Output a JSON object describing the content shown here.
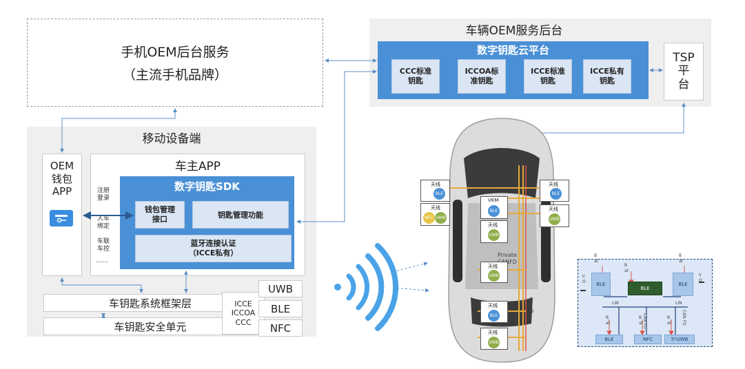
{
  "phone_oem": {
    "line1": "手机OEM后台服务",
    "line2": "（主流手机品牌）"
  },
  "vehicle_oem": {
    "title": "车辆OEM服务后台",
    "cloud_title": "数字钥匙云平台",
    "boxes": [
      "CCC标准\n钥匙",
      "ICCOA标\n准钥匙",
      "ICCE标准\n钥匙",
      "ICCE私有\n钥匙"
    ],
    "tsp": "TSP\n平\n台"
  },
  "mobile": {
    "title": "移动设备端",
    "wallet": "OEM\n钱包\nAPP",
    "app_title": "车主APP",
    "sdk_title": "数字钥匙SDK",
    "wallet_iface": "钱包管理\n接口",
    "key_mgmt": "钥匙管理功能",
    "bt_auth": "蓝牙连接认证\n（ICCE私有）",
    "side_labels": [
      "注册\n登录",
      "人车\n绑定",
      "车联\n车控",
      "……"
    ],
    "framework": "车钥匙系统框架层",
    "secure_unit": "车钥匙安全单元",
    "protocols": "ICCE\nICCOA\nCCC",
    "radios": [
      "UWB",
      "BLE",
      "NFC"
    ]
  },
  "car": {
    "antenna_label": "天线",
    "ble": "BLE",
    "uwb": "UWB",
    "nfc": "NFC",
    "vkm": "VKM",
    "private_fd": "Private\nCANFD",
    "lin": "L\nI\nN"
  },
  "network": {
    "ble_main": "BLE",
    "bat": "B\nat",
    "io": "I/\nO",
    "lin": "LIN",
    "canfd": "CAN FD",
    "bottom": [
      "BLE",
      "NFC",
      "5*UWB"
    ]
  },
  "colors": {
    "accent": "#4a90d6",
    "arrow": "#5b8fc7",
    "bus_orange": "#e8a83a",
    "bus_red": "#d9534f",
    "dark_green": "#2f5d2e"
  }
}
